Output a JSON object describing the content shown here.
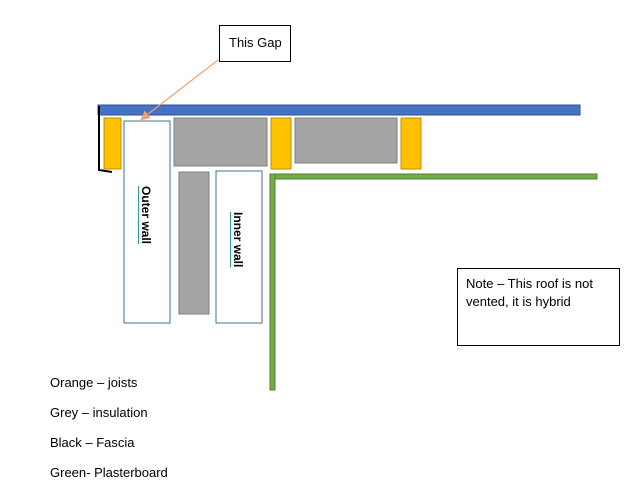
{
  "callout": {
    "text": "This Gap"
  },
  "walls": {
    "outer": "Outer wall",
    "inner": "Inner wall"
  },
  "note": {
    "text": "Note – This roof is not vented, it is hybrid"
  },
  "legend": [
    {
      "text": "Orange – joists"
    },
    {
      "text": "Grey – insulation"
    },
    {
      "text": "Black – Fascia"
    },
    {
      "text": "Green- Plasterboard"
    }
  ],
  "colors": {
    "roof": "#4472c4",
    "joist": "#ffc000",
    "insulation": "#a5a5a5",
    "plasterboard": "#70ad47",
    "fascia": "#000000",
    "arrow": "#f4a070",
    "wall_border": "#41719c"
  }
}
